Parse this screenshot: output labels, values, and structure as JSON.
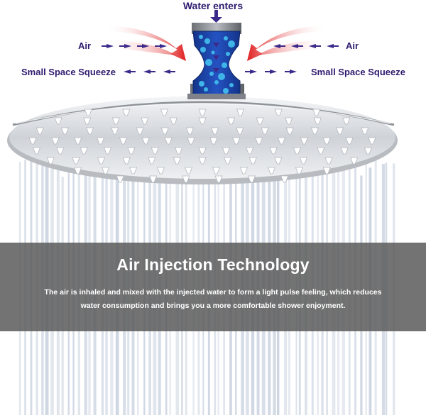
{
  "diagram": {
    "top_label": "Water enters",
    "left_air": "Air",
    "right_air": "Air",
    "left_squeeze": "Small Space Squeeze",
    "right_squeeze": "Small Space Squeeze"
  },
  "caption": {
    "title": "Air Injection Technology",
    "body": "The air is inhaled and mixed with the injected water to form a light pulse feeling, which reduces water consumption and brings you a more comfortable shower enjoyment."
  },
  "colors": {
    "label_text": "#2e1a6e",
    "connector_blue": "#1a3fa0",
    "bubble": "#3fb4e8",
    "arrow_red": "#e02020",
    "caption_band": "#585858"
  }
}
